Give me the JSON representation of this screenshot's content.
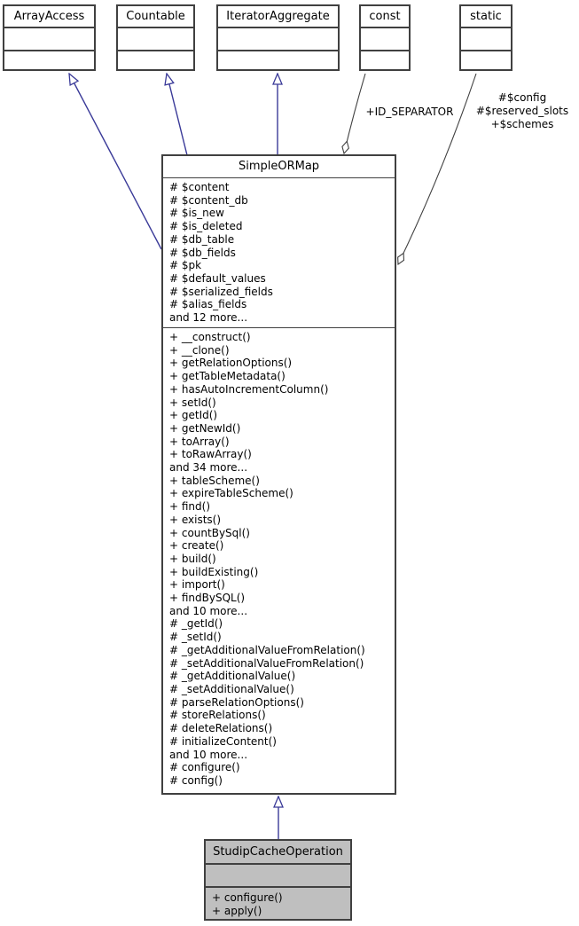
{
  "colors": {
    "inheritance_edge": "#3a3a98",
    "aggregation_edge": "#404040",
    "box_border": "#404040",
    "highlight_fill": "#bfbfbf"
  },
  "classes": {
    "array_access": {
      "name": "ArrayAccess"
    },
    "countable": {
      "name": "Countable"
    },
    "iterator_aggregate": {
      "name": "IteratorAggregate"
    },
    "const_node": {
      "name": "const"
    },
    "static_node": {
      "name": "static"
    },
    "simple_or_map": {
      "name": "SimpleORMap",
      "attributes": [
        "# $content",
        "# $content_db",
        "# $is_new",
        "# $is_deleted",
        "# $db_table",
        "# $db_fields",
        "# $pk",
        "# $default_values",
        "# $serialized_fields",
        "# $alias_fields",
        "and 12 more..."
      ],
      "methods": [
        "+ __construct()",
        "+ __clone()",
        "+ getRelationOptions()",
        "+ getTableMetadata()",
        "+ hasAutoIncrementColumn()",
        "+ setId()",
        "+ getId()",
        "+ getNewId()",
        "+ toArray()",
        "+ toRawArray()",
        "and 34 more...",
        "+ tableScheme()",
        "+ expireTableScheme()",
        "+ find()",
        "+ exists()",
        "+ countBySql()",
        "+ create()",
        "+ build()",
        "+ buildExisting()",
        "+ import()",
        "+ findBySQL()",
        "and 10 more...",
        "# _getId()",
        "# _setId()",
        "# _getAdditionalValueFromRelation()",
        "# _setAdditionalValueFromRelation()",
        "# _getAdditionalValue()",
        "# _setAdditionalValue()",
        "# parseRelationOptions()",
        "# storeRelations()",
        "# deleteRelations()",
        "# initializeContent()",
        "and 10 more...",
        "# configure()",
        "# config()"
      ]
    },
    "studip_cache_operation": {
      "name": "StudipCacheOperation",
      "methods": [
        "+ configure()",
        "+ apply()"
      ]
    }
  },
  "edge_labels": {
    "const_member": "+ID_SEPARATOR",
    "static_members": [
      "#$config",
      "#$reserved_slots",
      "+$schemes"
    ]
  }
}
